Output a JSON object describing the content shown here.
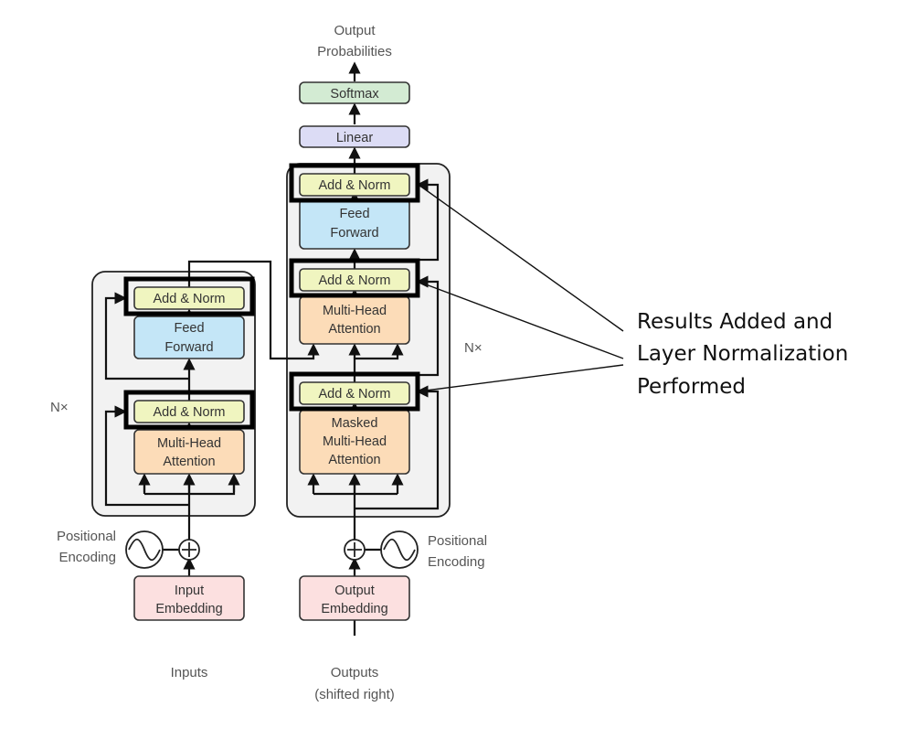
{
  "encoder": {
    "input_label": "Inputs",
    "embedding": [
      "Input",
      "Embedding"
    ],
    "positional": [
      "Positional",
      "Encoding"
    ],
    "repeat": "N×",
    "attention": [
      "Multi-Head",
      "Attention"
    ],
    "add_norm_1": "Add & Norm",
    "feed_forward": [
      "Feed",
      "Forward"
    ],
    "add_norm_2": "Add & Norm"
  },
  "decoder": {
    "output_label": [
      "Outputs",
      "(shifted right)"
    ],
    "embedding": [
      "Output",
      "Embedding"
    ],
    "positional": [
      "Positional",
      "Encoding"
    ],
    "repeat": "N×",
    "masked_attention": [
      "Masked",
      "Multi-Head",
      "Attention"
    ],
    "add_norm_1": "Add & Norm",
    "attention": [
      "Multi-Head",
      "Attention"
    ],
    "add_norm_2": "Add & Norm",
    "feed_forward": [
      "Feed",
      "Forward"
    ],
    "add_norm_3": "Add & Norm"
  },
  "head": {
    "linear": "Linear",
    "softmax": "Softmax",
    "output": [
      "Output",
      "Probabilities"
    ]
  },
  "annotation": [
    "Results Added and",
    "Layer Normalization",
    "Performed"
  ],
  "colors": {
    "embedding": "#fce0e0",
    "attention": "#fcdcb8",
    "add_norm": "#f0f5c0",
    "feed_forward": "#c4e6f7",
    "linear": "#dcdcf5",
    "softmax": "#d3ebd3",
    "stack_bg": "#f2f2f2"
  }
}
